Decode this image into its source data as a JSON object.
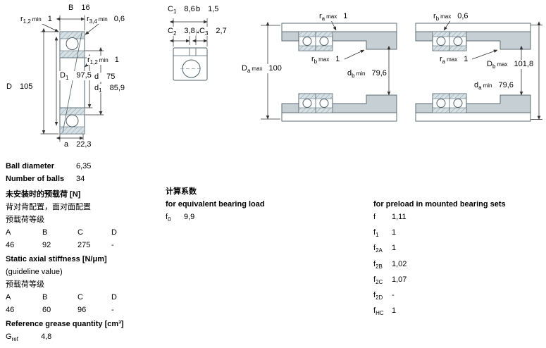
{
  "d1": {
    "B": {
      "sym": "B",
      "val": "16"
    },
    "r12t": {
      "sym": "r",
      "sub": "1,2",
      "qual": "min",
      "val": "1"
    },
    "r34": {
      "sym": "r",
      "sub": "3,4",
      "qual": "min",
      "val": "0,6"
    },
    "r12s": {
      "sym": "r",
      "sub": "1,2",
      "qual": "min",
      "val": "1"
    },
    "D1": {
      "sym": "D",
      "sub": "1",
      "val": "97,5"
    },
    "d": {
      "sym": "d",
      "val": "75"
    },
    "D": {
      "sym": "D",
      "val": "105"
    },
    "d1": {
      "sym": "d",
      "sub": "1",
      "val": "85,9"
    },
    "a": {
      "sym": "a",
      "val": "22,3"
    }
  },
  "d2": {
    "C1": {
      "sym": "C",
      "sub": "1",
      "val": "8,6"
    },
    "b": {
      "sym": "b",
      "val": "1,5"
    },
    "C2": {
      "sym": "C",
      "sub": "2",
      "val": "3,8"
    },
    "C3": {
      "sym": "C",
      "sub": "3",
      "val": "2,7"
    }
  },
  "d3": {
    "ra": {
      "sym": "r",
      "sub": "a",
      "qual": "max",
      "val": "1"
    },
    "Da": {
      "sym": "D",
      "sub": "a",
      "qual": "max",
      "val": "100"
    },
    "rb": {
      "sym": "r",
      "sub": "b",
      "qual": "max",
      "val": "1"
    },
    "db": {
      "sym": "d",
      "sub": "b",
      "qual": "min",
      "val": "79,6"
    }
  },
  "d4": {
    "rb": {
      "sym": "r",
      "sub": "b",
      "qual": "max",
      "val": "0,6"
    },
    "ra": {
      "sym": "r",
      "sub": "a",
      "qual": "max",
      "val": "1"
    },
    "Db": {
      "sym": "D",
      "sub": "b",
      "qual": "max",
      "val": "101,8"
    },
    "da": {
      "sym": "d",
      "sub": "a",
      "qual": "min",
      "val": "79,6"
    }
  },
  "specs": {
    "ball_diameter_label": "Ball diameter",
    "ball_diameter_value": "6,35",
    "num_balls_label": "Number of balls",
    "num_balls_value": "34"
  },
  "preload": {
    "title": "未安装时的预载荷 [N]",
    "subtitle": "背对背配置，面对面配置",
    "class_label": "预载荷等级",
    "headers": [
      "A",
      "B",
      "C",
      "D"
    ],
    "values": [
      "46",
      "92",
      "275",
      "-"
    ]
  },
  "stiffness": {
    "title": "Static axial stiffness [N/μm]",
    "subtitle": "(guideline value)",
    "class_label": "预载荷等级",
    "headers": [
      "A",
      "B",
      "C",
      "D"
    ],
    "values": [
      "46",
      "60",
      "96",
      "-"
    ]
  },
  "grease": {
    "title": "Reference grease quantity [cm³]",
    "sym": "G",
    "sub": "ref",
    "value": "4,8"
  },
  "calc": {
    "title": "计算系数",
    "equiv_title": "for equivalent bearing load",
    "f0": {
      "sym": "f",
      "sub": "0",
      "val": "9,9"
    },
    "preload_title": "for preload in mounted bearing sets",
    "factors": [
      {
        "sym": "f",
        "sub": "",
        "val": "1,11"
      },
      {
        "sym": "f",
        "sub": "1",
        "val": "1"
      },
      {
        "sym": "f",
        "sub": "2A",
        "val": "1"
      },
      {
        "sym": "f",
        "sub": "2B",
        "val": "1,02"
      },
      {
        "sym": "f",
        "sub": "2C",
        "val": "1,07"
      },
      {
        "sym": "f",
        "sub": "2D",
        "val": "-"
      },
      {
        "sym": "f",
        "sub": "HC",
        "val": "1"
      }
    ]
  }
}
